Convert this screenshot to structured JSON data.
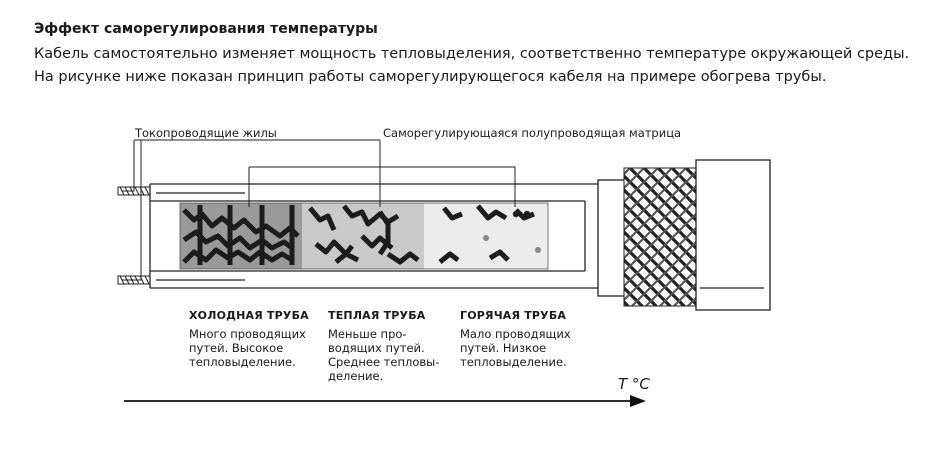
{
  "header": {
    "title": "Эффект саморегулирования температуры",
    "line1": "Кабель самостоятельно изменяет мощность тепловыделения, соответственно температуре окружающей среды.",
    "line2": "На рисунке ниже показан принцип работы саморегулирующегося кабеля на примере обогрева трубы."
  },
  "labels": {
    "conductors": "Токопроводящие жилы",
    "matrix": "Саморегулирующаяся полупроводящая матрица"
  },
  "zones": [
    {
      "title": "ХОЛОДНАЯ ТРУБА",
      "desc": [
        "Много проводящих",
        "путей. Высокое",
        "тепловыделение."
      ]
    },
    {
      "title": "ТЕПЛАЯ ТРУБА",
      "desc": [
        "Меньше про-",
        "водящих путей.",
        "Среднее тепловы-",
        "деление."
      ]
    },
    {
      "title": "ГОРЯЧАЯ ТРУБА",
      "desc": [
        "Мало проводящих",
        "путей. Низкое",
        "тепловыделение."
      ]
    }
  ],
  "axis": {
    "label": "T °C"
  }
}
